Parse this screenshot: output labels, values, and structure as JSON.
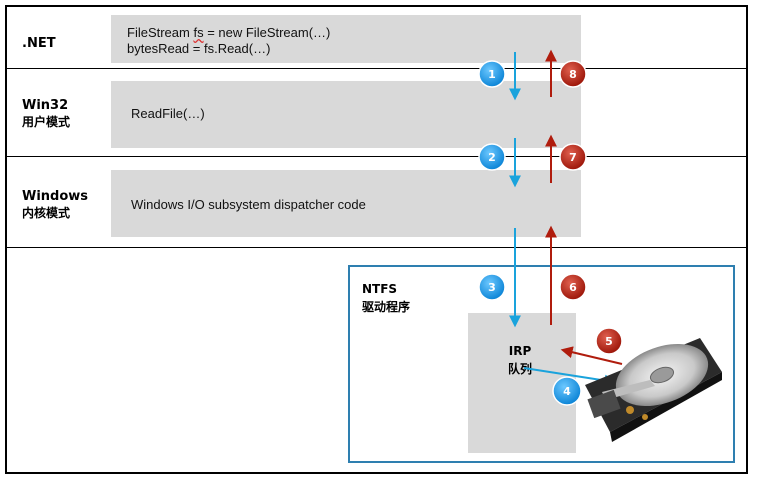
{
  "layers": [
    {
      "title": ".NET",
      "subtitle": ""
    },
    {
      "title": "Win32",
      "subtitle": "用户模式"
    },
    {
      "title": "Windows",
      "subtitle": "内核模式"
    }
  ],
  "boxes": {
    "net_line1_pre": "FileStream ",
    "net_line1_var": "fs",
    "net_line1_post": " = new FileStream(…)",
    "net_line2": "bytesRead = fs.Read(…)",
    "win32": "ReadFile(…)",
    "windows": "Windows I/O subsystem dispatcher code"
  },
  "ntfs": {
    "title": "NTFS",
    "subtitle": "驱动程序"
  },
  "irp": {
    "title": "IRP",
    "subtitle": "队列"
  },
  "steps": [
    "1",
    "2",
    "3",
    "4",
    "5",
    "6",
    "7",
    "8"
  ],
  "colors": {
    "down": "#1aa3dc",
    "up": "#b01c0d",
    "badge_blue": "#1a9be6",
    "badge_red": "#b3200f",
    "ntfs_border": "#2e7fb0"
  },
  "icons": {
    "disk": "hard-drive-icon"
  }
}
